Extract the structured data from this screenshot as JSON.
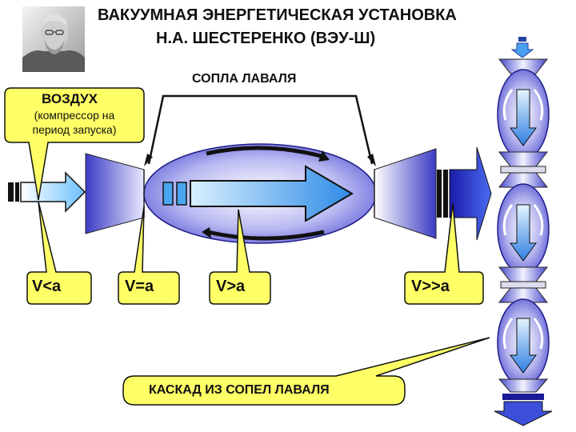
{
  "header": {
    "title_line1": "ВАКУУМНАЯ ЭНЕРГЕТИЧЕСКАЯ УСТАНОВКА",
    "title_line2": "Н.А. ШЕСТЕРЕНКО (ВЭУ-Ш)"
  },
  "diagram": {
    "nozzles_label": "СОПЛА ЛАВАЛЯ",
    "air_title": "ВОЗДУХ",
    "air_note_line1": "(компрессор на",
    "air_note_line2": "период запуска)",
    "velocity_labels": [
      "V<a",
      "V=a",
      "V>a",
      "V>>a"
    ],
    "cascade_label": "КАСКАД ИЗ СОПЕЛ ЛАВАЛЯ"
  },
  "colors": {
    "callout_fill": "#ffff66",
    "nozzle_blue": "#5a5ad6",
    "arrow_blue": "#3a8ee8",
    "dark_blue": "#1a1a9a"
  }
}
